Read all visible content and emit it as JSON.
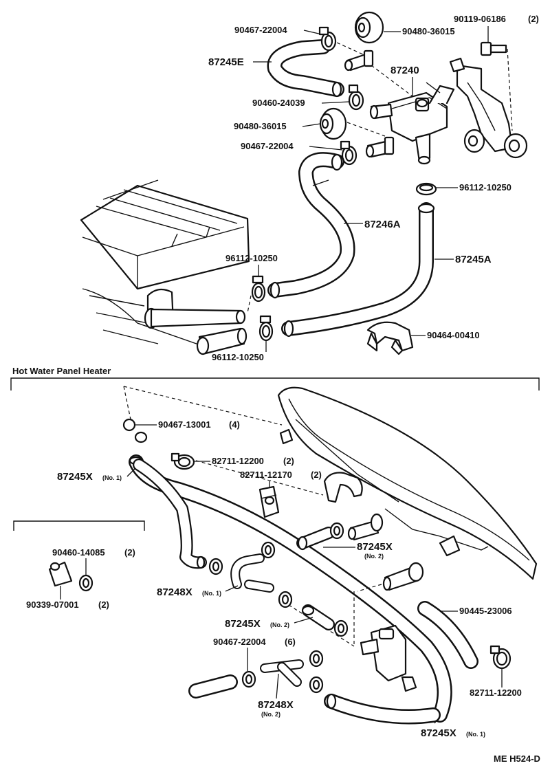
{
  "section_title": "Hot Water Panel Heater",
  "drawing_code": "ME H524-D",
  "callouts": {
    "c01": "90467-22004",
    "c02": "90480-36015",
    "c03": "90119-06186",
    "c03q": "(2)",
    "c04": "87245E",
    "c05": "87240",
    "c06": "90460-24039",
    "c07": "90480-36015",
    "c08": "90467-22004",
    "c09": "96112-10250",
    "c10": "87246A",
    "c11": "87245A",
    "c12": "96112-10250",
    "c13": "90464-00410",
    "c14": "96112-10250",
    "c15": "90467-13001",
    "c15q": "(4)",
    "c16": "82711-12200",
    "c16q": "(2)",
    "c17": "82711-12170",
    "c17q": "(2)",
    "c18": "87245X",
    "c18s": "(No. 1)",
    "c19": "87245X",
    "c19s": "(No. 2)",
    "c20": "90460-14085",
    "c20q": "(2)",
    "c21": "90339-07001",
    "c21q": "(2)",
    "c22": "87248X",
    "c22s": "(No. 1)",
    "c23": "90445-23006",
    "c24": "87245X",
    "c24s": "(No. 2)",
    "c25": "90467-22004",
    "c25q": "(6)",
    "c26": "82711-12200",
    "c27": "87248X",
    "c27s": "(No. 2)",
    "c28": "87245X",
    "c28s": "(No. 1)"
  },
  "icons": [
    "hose-clamp-icon",
    "grommet-icon",
    "bolt-icon",
    "water-valve-icon",
    "bracket-icon",
    "engine-block-icon",
    "panel-heater-icon",
    "hose-joint-icon"
  ]
}
